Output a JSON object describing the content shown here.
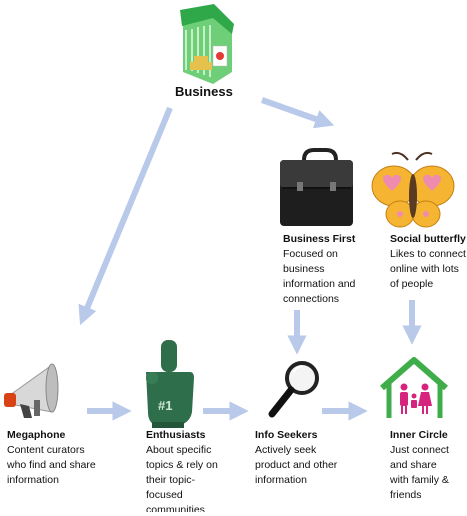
{
  "business": {
    "label": "Business"
  },
  "nodes": [
    {
      "id": "business-first",
      "title": "Business First",
      "desc": "Focused on business information and connections",
      "icon": "briefcase-icon"
    },
    {
      "id": "social-butterfly",
      "title": "Social butterfly",
      "desc": "Likes to connect online with lots of people",
      "icon": "butterfly-icon"
    },
    {
      "id": "megaphone",
      "title": "Megaphone",
      "desc": "Content curators who find and share information",
      "icon": "megaphone-icon"
    },
    {
      "id": "enthusiasts",
      "title": "Enthusiasts",
      "desc": "About specific topics & rely on their topic-focused communities",
      "icon": "foam-finger-icon"
    },
    {
      "id": "info-seekers",
      "title": "Info Seekers",
      "desc": "Actively seek product and other information",
      "icon": "magnifier-icon"
    },
    {
      "id": "inner-circle",
      "title": "Inner Circle",
      "desc": "Just connect and share with family & friends",
      "icon": "family-house-icon"
    }
  ],
  "colors": {
    "arrow": "#b8c9ea",
    "accent_green": "#3fae4a",
    "butterfly": "#f5b533",
    "heart": "#f08bb0",
    "family": "#d6247e"
  }
}
